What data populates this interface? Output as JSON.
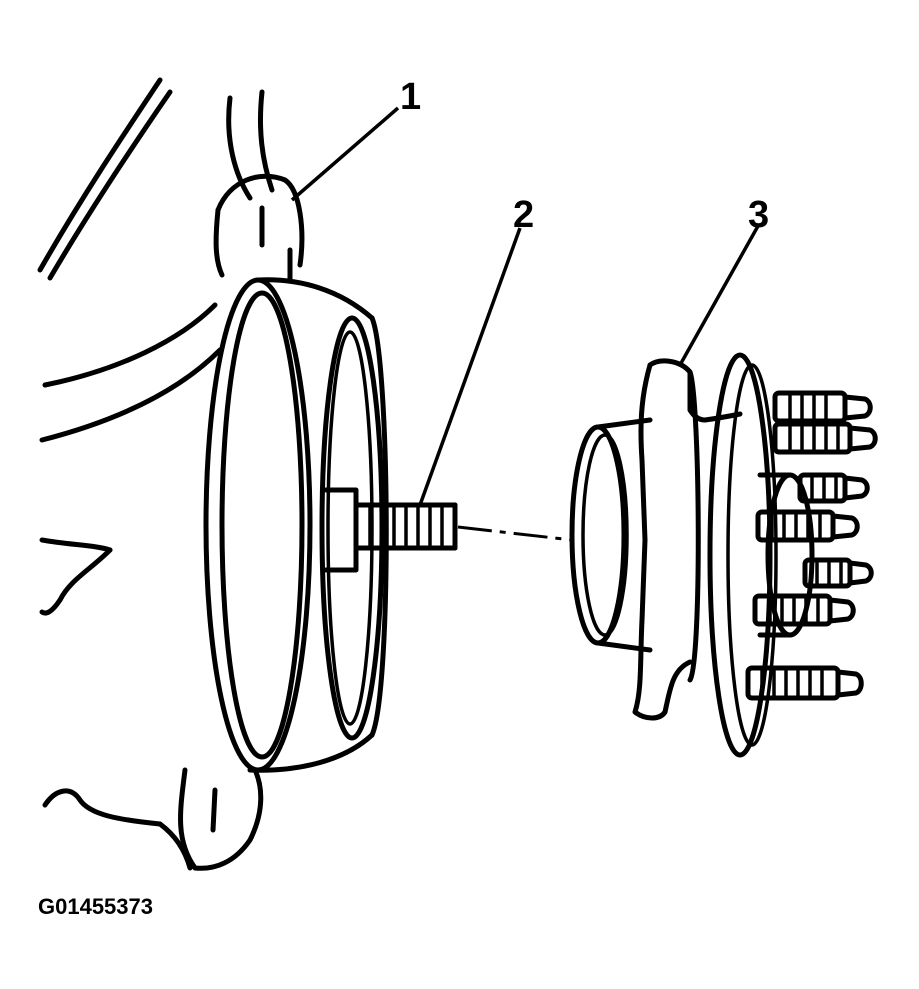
{
  "callouts": [
    {
      "number": "1"
    },
    {
      "number": "2"
    },
    {
      "number": "3"
    }
  ],
  "figure_code": "G01455373",
  "colors": {
    "line": "#000000",
    "background": "#ffffff"
  }
}
